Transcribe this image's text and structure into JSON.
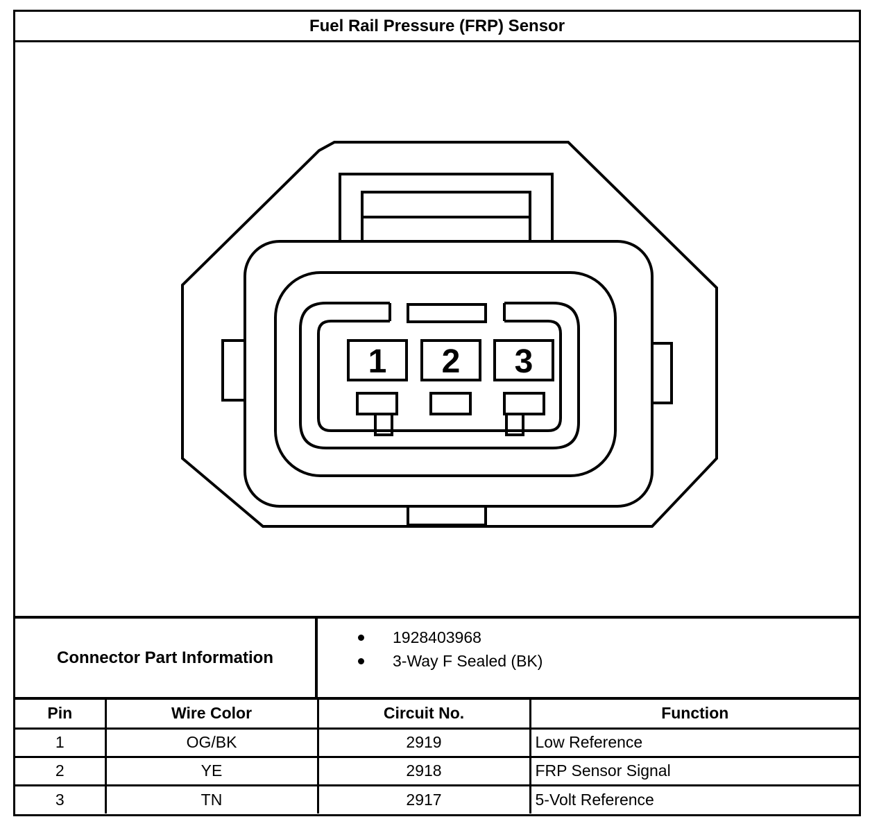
{
  "title": "Fuel Rail Pressure (FRP) Sensor",
  "connector_view": {
    "pin_labels": [
      "1",
      "2",
      "3"
    ]
  },
  "connector_info": {
    "label": "Connector Part Information",
    "items": [
      "1928403968",
      "3-Way F Sealed (BK)"
    ]
  },
  "pin_table": {
    "headers": {
      "pin": "Pin",
      "wire_color": "Wire Color",
      "circuit": "Circuit No.",
      "function": "Function"
    },
    "rows": [
      {
        "pin": "1",
        "wire_color": "OG/BK",
        "circuit": "2919",
        "function": "Low Reference"
      },
      {
        "pin": "2",
        "wire_color": "YE",
        "circuit": "2918",
        "function": "FRP Sensor Signal"
      },
      {
        "pin": "3",
        "wire_color": "TN",
        "circuit": "2917",
        "function": "5-Volt Reference"
      }
    ]
  },
  "colors": {
    "line": "#000000",
    "background": "#ffffff"
  }
}
